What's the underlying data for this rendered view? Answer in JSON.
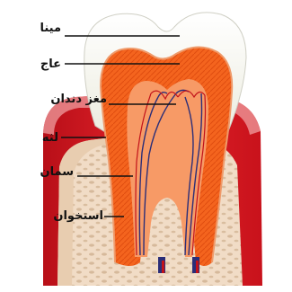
{
  "labels": {
    "enamel": "مینا",
    "dentin": "عاج",
    "pulp": "مغز دندان",
    "gum": "لثه",
    "cement": "سمان",
    "bone": "استخوان"
  },
  "colors": {
    "enamel": "#fbfbf6",
    "dentin": "#f4641e",
    "pulp": "#f58a52",
    "gum": "#e11d26",
    "bone": "#f1dcc6",
    "nerve": "#2b2e78",
    "vessel": "#c2121a"
  }
}
